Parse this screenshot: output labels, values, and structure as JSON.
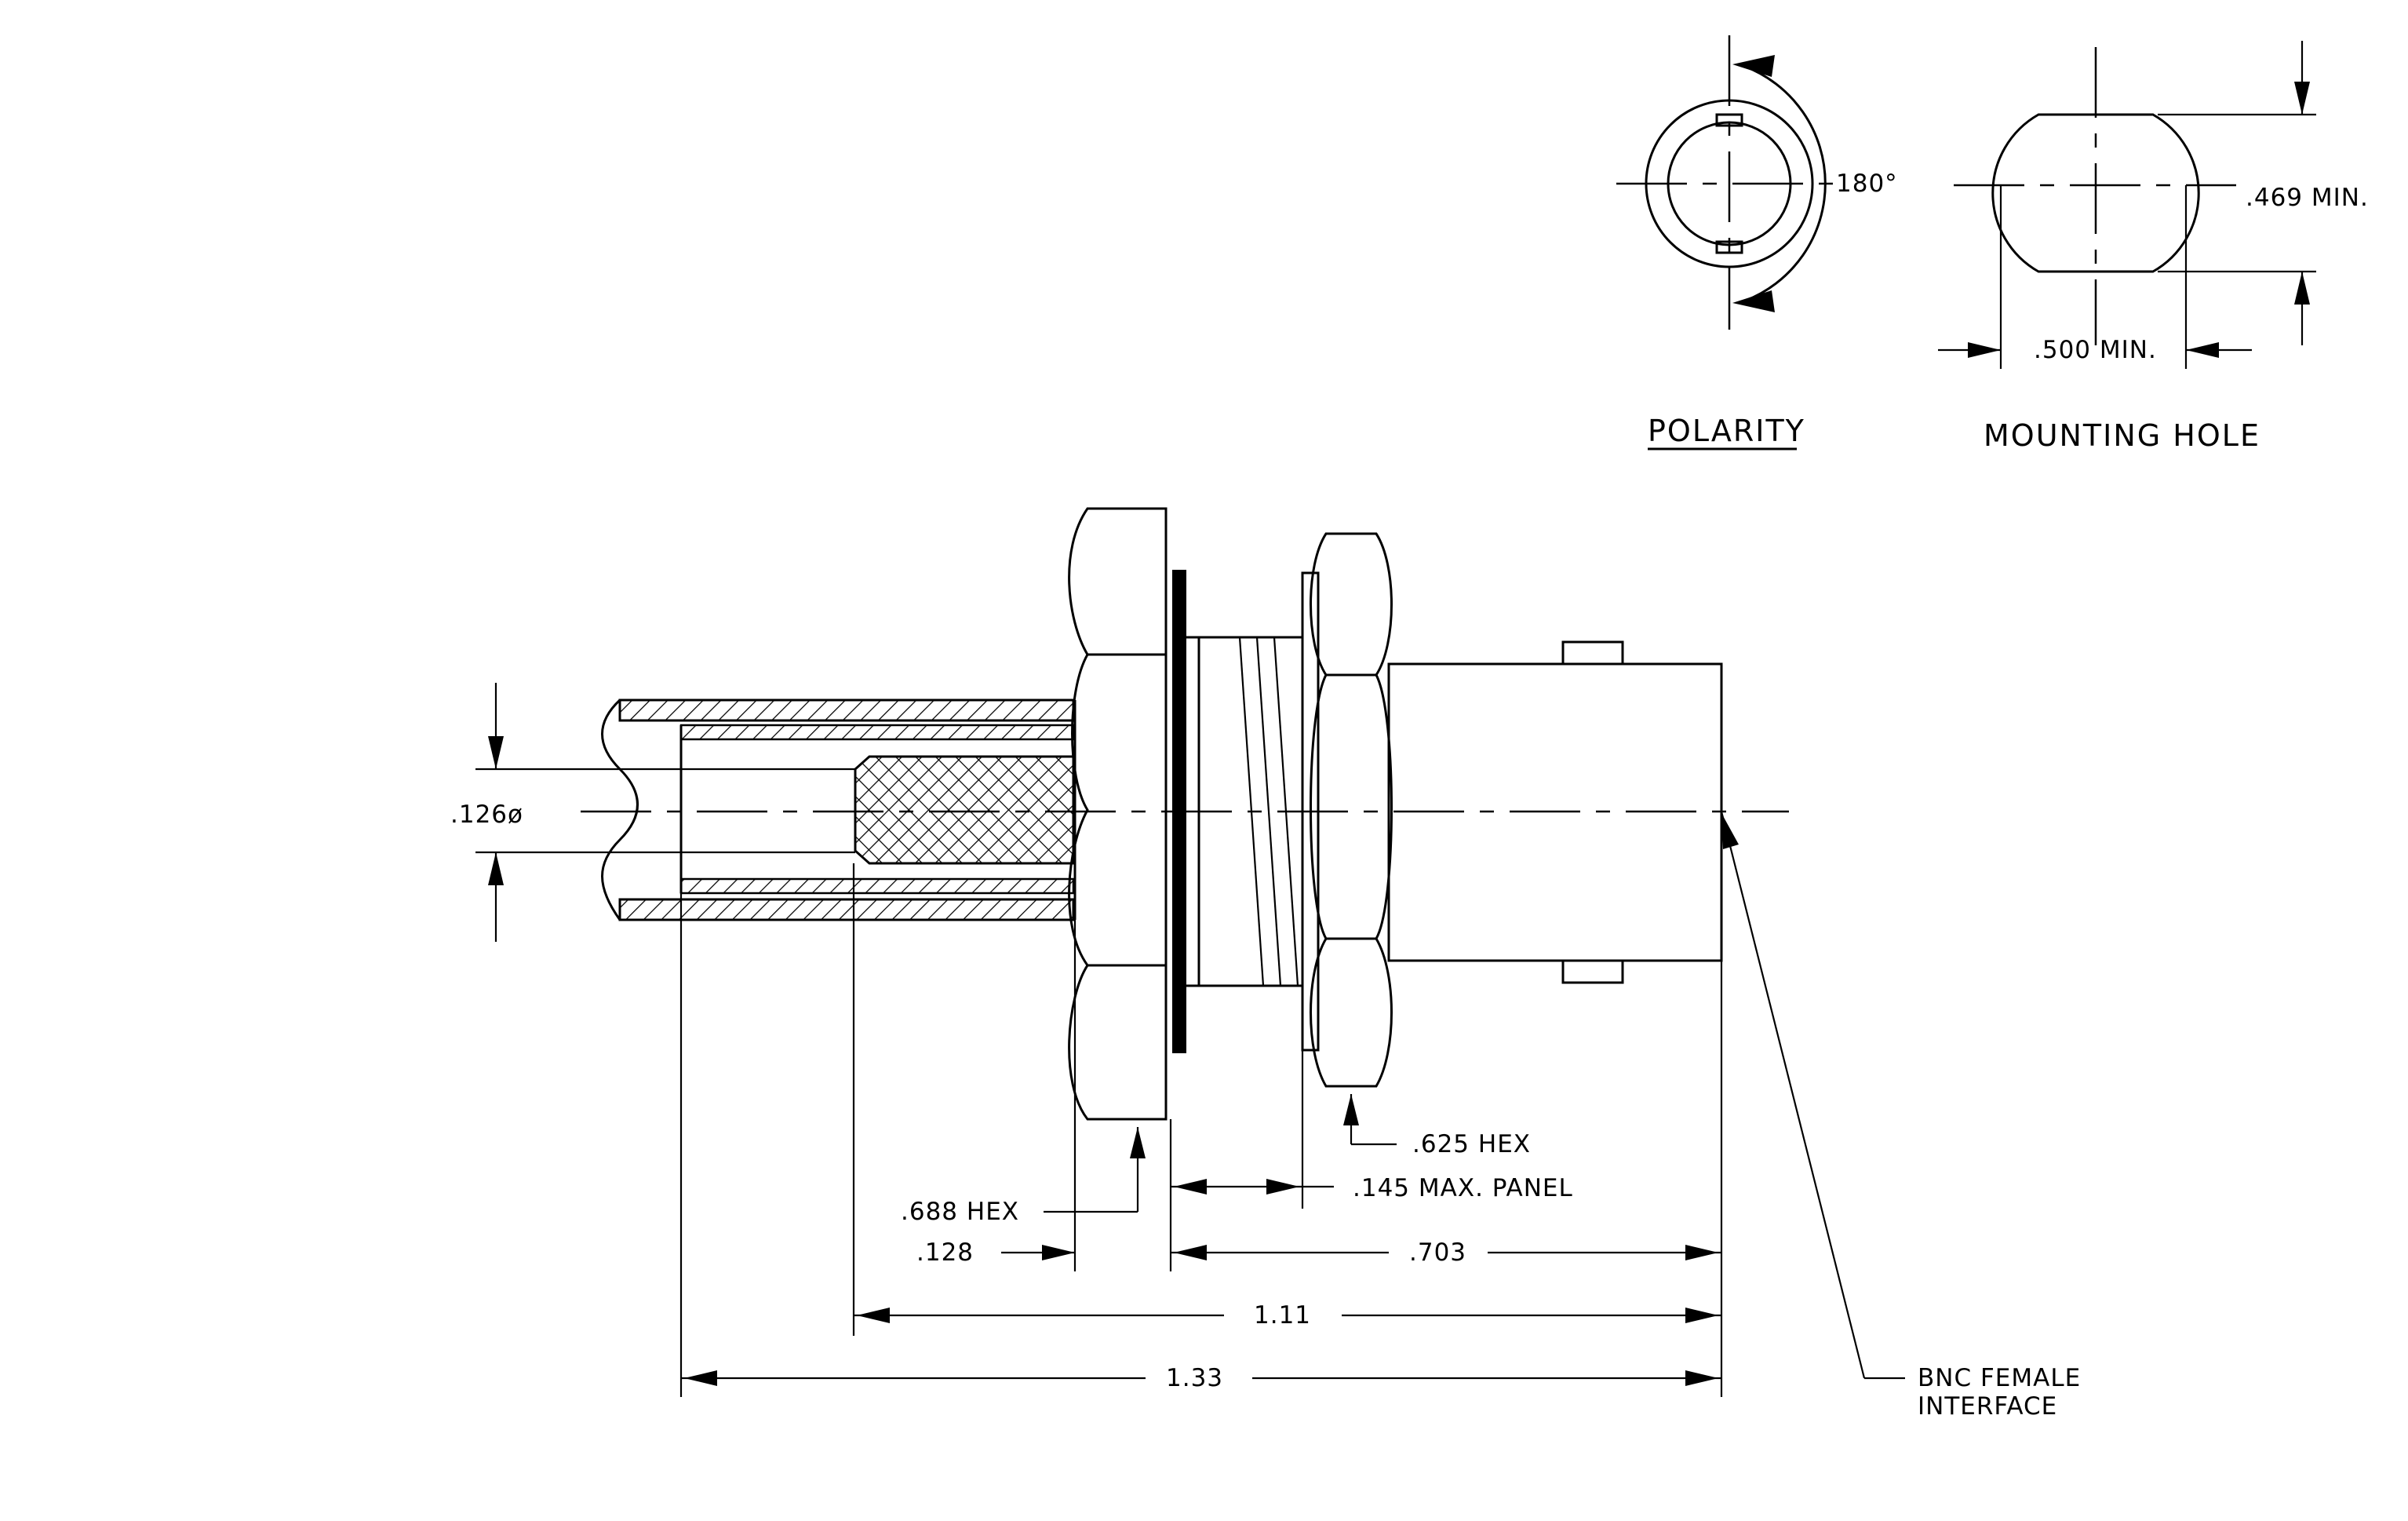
{
  "views": {
    "polarity": {
      "title": "POLARITY",
      "angle_label": "180°"
    },
    "mounting_hole": {
      "title": "MOUNTING HOLE",
      "height_label": ".469 MIN.",
      "width_label": ".500 MIN."
    }
  },
  "dimensions": {
    "pin_diameter": ".126ø",
    "nut_hex": ".625 HEX",
    "panel": ".145 MAX. PANEL",
    "body_hex": ".688 HEX",
    "hex_width": ".128",
    "front_length": ".703",
    "mid_length": "1.11",
    "overall_length": "1.33"
  },
  "callouts": {
    "interface_line1": "BNC FEMALE",
    "interface_line2": "INTERFACE"
  },
  "colors": {
    "ink": "#000000",
    "paper": "#ffffff"
  }
}
